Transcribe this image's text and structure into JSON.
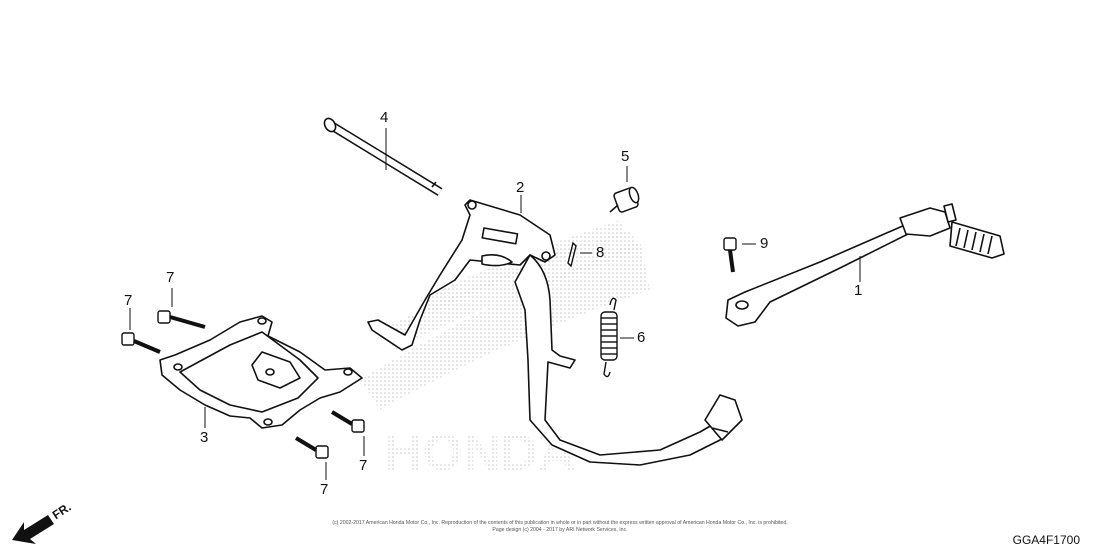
{
  "callouts": {
    "p1": "1",
    "p2": "2",
    "p3": "3",
    "p4": "4",
    "p5": "5",
    "p6": "6",
    "p7a": "7",
    "p7b": "7",
    "p7c": "7",
    "p7d": "7",
    "p8": "8",
    "p9": "9"
  },
  "direction_label": "FR.",
  "figure_code": "GGA4F1700",
  "copyright_line1": "(c) 2002-2017 American Honda Motor Co., Inc. Reproduction of the contents of this publication in whole or in part without the express written approval of American Honda Motor Co., Inc. is prohibited.",
  "copyright_line2": "Page design (c) 2004 - 2017 by ARI Network Services, Inc.",
  "watermark_text": "HONDA"
}
